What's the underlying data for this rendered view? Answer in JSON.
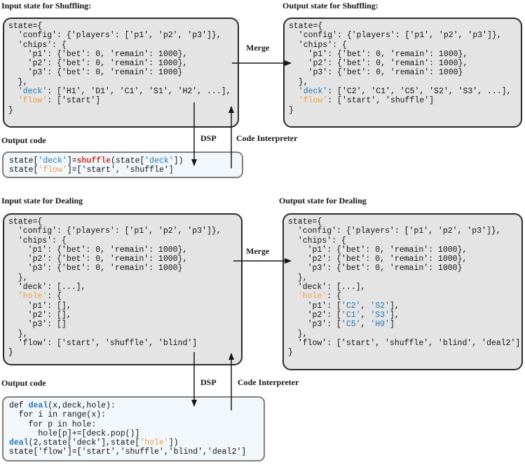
{
  "colors": {
    "keyword_blue": "#2878b4",
    "keyword_orange": "#efa045",
    "keyword_red": "#bf3a2f",
    "state_box_fill": "#e4e4e4",
    "state_box_border": "#2b2b2b",
    "code_box_fill": "#f1f7fb",
    "code_box_border": "#7f7f7f"
  },
  "labels": {
    "merge": "Merge",
    "dsp": "DSP",
    "code_interpreter": "Code Interpreter"
  },
  "panels": {
    "shuffle_in": {
      "title": "Input state for Shuffling:",
      "lines": [
        [
          [
            "plain",
            "state={"
          ]
        ],
        [
          [
            "plain",
            "  'config': {'players': ['p1', 'p2', 'p3']},"
          ]
        ],
        [
          [
            "plain",
            "  'chips': {"
          ]
        ],
        [
          [
            "plain",
            "    'p1': {'bet': 0, 'remain': 1000},"
          ]
        ],
        [
          [
            "plain",
            "    'p2': {'bet': 0, 'remain': 1000},"
          ]
        ],
        [
          [
            "plain",
            "    'p3': {'bet': 0, 'remain': 1000}"
          ]
        ],
        [
          [
            "plain",
            "  },"
          ]
        ],
        [
          [
            "plain",
            "  "
          ],
          [
            "blue",
            "'deck'"
          ],
          [
            "plain",
            ": ['H1', 'D1', 'C1', 'S1', 'H2', ...],"
          ]
        ],
        [
          [
            "plain",
            "  "
          ],
          [
            "orange",
            "'flow'"
          ],
          [
            "plain",
            ": ['start']"
          ]
        ],
        [
          [
            "plain",
            "}"
          ]
        ]
      ]
    },
    "shuffle_out": {
      "title": "Output state for Shuffling:",
      "lines": [
        [
          [
            "plain",
            "state={"
          ]
        ],
        [
          [
            "plain",
            "  'config': {'players': ['p1', 'p2', 'p3']},"
          ]
        ],
        [
          [
            "plain",
            "  'chips': {"
          ]
        ],
        [
          [
            "plain",
            "    'p1': {'bet': 0, 'remain': 1000},"
          ]
        ],
        [
          [
            "plain",
            "    'p2': {'bet': 0, 'remain': 1000},"
          ]
        ],
        [
          [
            "plain",
            "    'p3': {'bet': 0, 'remain': 1000}"
          ]
        ],
        [
          [
            "plain",
            "  },"
          ]
        ],
        [
          [
            "plain",
            "  "
          ],
          [
            "blue",
            "'deck'"
          ],
          [
            "plain",
            ": ['C2', 'C1', 'C5', 'S2', 'S3', ...],"
          ]
        ],
        [
          [
            "plain",
            "  "
          ],
          [
            "orange",
            "'flow'"
          ],
          [
            "plain",
            ": ['start', 'shuffle']"
          ]
        ],
        [
          [
            "plain",
            "}"
          ]
        ]
      ]
    },
    "shuffle_code": {
      "title": "Output code",
      "lines": [
        [
          [
            "plain",
            "state["
          ],
          [
            "blue",
            "'deck'"
          ],
          [
            "plain",
            "]="
          ],
          [
            "red-bold",
            "shuffle"
          ],
          [
            "plain",
            "(state["
          ],
          [
            "blue",
            "'deck'"
          ],
          [
            "plain",
            "])"
          ]
        ],
        [
          [
            "plain",
            "state["
          ],
          [
            "orange",
            "'flow'"
          ],
          [
            "plain",
            "]=['start', 'shuffle']"
          ]
        ]
      ]
    },
    "deal_in": {
      "title": "Input state for Dealing",
      "lines": [
        [
          [
            "plain",
            "state={"
          ]
        ],
        [
          [
            "plain",
            "  'config': {'players': ['p1', 'p2', 'p3']},"
          ]
        ],
        [
          [
            "plain",
            "  'chips': {"
          ]
        ],
        [
          [
            "plain",
            "    'p1': {'bet': 0, 'remain': 1000},"
          ]
        ],
        [
          [
            "plain",
            "    'p2': {'bet': 0, 'remain': 1000},"
          ]
        ],
        [
          [
            "plain",
            "    'p3': {'bet': 0, 'remain': 1000}"
          ]
        ],
        [
          [
            "plain",
            "  },"
          ]
        ],
        [
          [
            "plain",
            "  'deck': [...],"
          ]
        ],
        [
          [
            "plain",
            "  "
          ],
          [
            "orange",
            "'hole'"
          ],
          [
            "plain",
            ": {"
          ]
        ],
        [
          [
            "plain",
            "    'p1': [],"
          ]
        ],
        [
          [
            "plain",
            "    'p2': [],"
          ]
        ],
        [
          [
            "plain",
            "    'p3': []"
          ]
        ],
        [
          [
            "plain",
            "  },"
          ]
        ],
        [
          [
            "plain",
            "  'flow': ['start', 'shuffle', 'blind']"
          ]
        ],
        [
          [
            "plain",
            "}"
          ]
        ]
      ]
    },
    "deal_out": {
      "title": "Output state for Dealing",
      "lines": [
        [
          [
            "plain",
            "state={"
          ]
        ],
        [
          [
            "plain",
            "  'config': {'players': ['p1', 'p2', 'p3']},"
          ]
        ],
        [
          [
            "plain",
            "  'chips': {"
          ]
        ],
        [
          [
            "plain",
            "    'p1': {'bet': 0, 'remain': 1000},"
          ]
        ],
        [
          [
            "plain",
            "    'p2': {'bet': 0, 'remain': 1000},"
          ]
        ],
        [
          [
            "plain",
            "    'p3': {'bet': 0, 'remain': 1000}"
          ]
        ],
        [
          [
            "plain",
            "  },"
          ]
        ],
        [
          [
            "plain",
            "  'deck': [...],"
          ]
        ],
        [
          [
            "plain",
            "  "
          ],
          [
            "orange",
            "'hole'"
          ],
          [
            "plain",
            ": {"
          ]
        ],
        [
          [
            "plain",
            "    'p1': ["
          ],
          [
            "blue",
            "'C2'"
          ],
          [
            "plain",
            ", "
          ],
          [
            "blue",
            "'S2'"
          ],
          [
            "plain",
            "],"
          ]
        ],
        [
          [
            "plain",
            "    'p2': ["
          ],
          [
            "blue",
            "'C1'"
          ],
          [
            "plain",
            ", "
          ],
          [
            "blue",
            "'S3'"
          ],
          [
            "plain",
            "],"
          ]
        ],
        [
          [
            "plain",
            "    'p3': ["
          ],
          [
            "blue",
            "'C5'"
          ],
          [
            "plain",
            ", "
          ],
          [
            "blue",
            "'H9'"
          ],
          [
            "plain",
            "]"
          ]
        ],
        [
          [
            "plain",
            "  },"
          ]
        ],
        [
          [
            "plain",
            "  'flow': ['start', 'shuffle', 'blind', 'deal2']"
          ]
        ],
        [
          [
            "plain",
            "}"
          ]
        ]
      ]
    },
    "deal_code": {
      "title": "Output code",
      "lines": [
        [
          [
            "plain",
            "def "
          ],
          [
            "blue-bold",
            "deal"
          ],
          [
            "plain",
            "(x,deck,hole):"
          ]
        ],
        [
          [
            "plain",
            "  for i in range(x):"
          ]
        ],
        [
          [
            "plain",
            "    for p in hole:"
          ]
        ],
        [
          [
            "plain",
            "      hole[p]+=[deck.pop()]"
          ]
        ],
        [
          [
            "blue-bold",
            "deal"
          ],
          [
            "plain",
            "(2,state['deck'],state["
          ],
          [
            "orange",
            "'hole'"
          ],
          [
            "plain",
            "])"
          ]
        ],
        [
          [
            "plain",
            "state['flow']=['start','shuffle','blind','deal2']"
          ]
        ]
      ]
    }
  }
}
